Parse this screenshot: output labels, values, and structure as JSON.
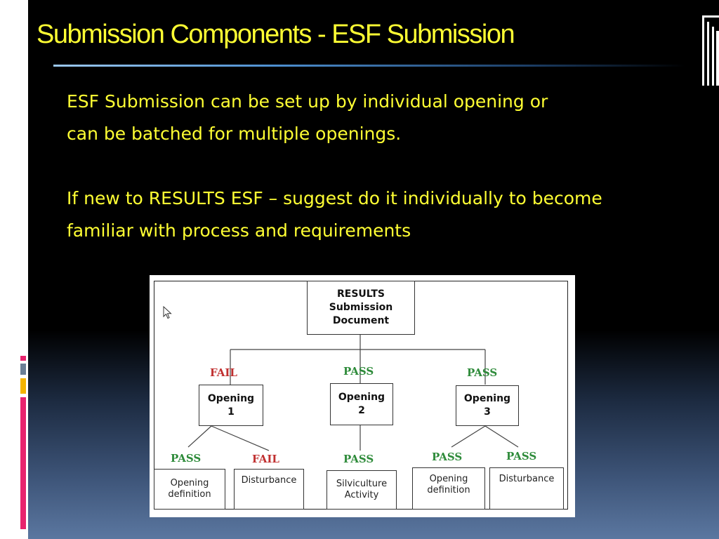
{
  "slide": {
    "title": "Submission Components -  ESF Submission",
    "paragraphs": [
      "ESF Submission can be set up by individual opening or",
      "can be batched for multiple openings.",
      "If new to RESULTS ESF – suggest do it individually to become",
      "familiar with process and requirements"
    ],
    "colors": {
      "title": "#ffff33",
      "text": "#ffff33",
      "rule": "#4d8fd0",
      "fail": "#c03030",
      "pass": "#2e8b3a"
    }
  },
  "diagram": {
    "root": "RESULTS\nSubmission\nDocument",
    "branches": [
      {
        "status": "FAIL",
        "opening": "Opening\n1",
        "children": [
          {
            "status": "PASS",
            "label": "Opening\ndefinition"
          },
          {
            "status": "FAIL",
            "label": "Disturbance"
          }
        ]
      },
      {
        "status": "PASS",
        "opening": "Opening\n2",
        "children": [
          {
            "status": "PASS",
            "label": "Silviculture\nActivity"
          }
        ]
      },
      {
        "status": "PASS",
        "opening": "Opening\n3",
        "children": [
          {
            "status": "PASS",
            "label": "Opening\ndefinition"
          },
          {
            "status": "PASS",
            "label": "Disturbance"
          }
        ]
      }
    ]
  }
}
